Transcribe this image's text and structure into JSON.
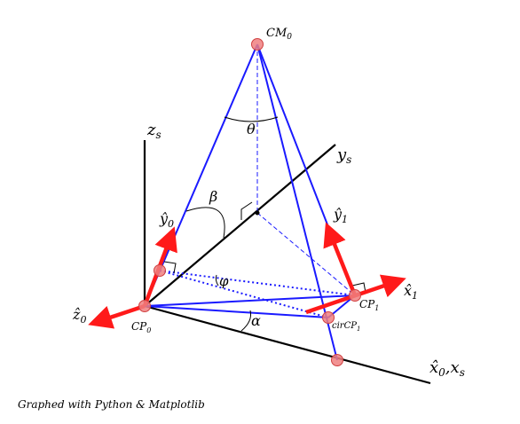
{
  "diagram": {
    "labels": {
      "cm0": "CM",
      "cm0_sub": "0",
      "zs": "z",
      "zs_sub": "s",
      "ys": "y",
      "ys_sub": "s",
      "theta": "θ",
      "beta": "β",
      "phi": "φ",
      "alpha": "α",
      "y0": "ŷ",
      "y0_sub": "0",
      "y1": "ŷ",
      "y1_sub": "1",
      "x1": "x̂",
      "x1_sub": "1",
      "z0": "ẑ",
      "z0_sub": "0",
      "cp0": "CP",
      "cp0_sub": "0",
      "cp1": "CP",
      "cp1_sub": "1",
      "circp1": "cirCP",
      "circp1_sub": "1",
      "x0xs": "x̂",
      "x0xs_sub": "0",
      "x0xs_sep": ",",
      "x0xs_xs": "x",
      "x0xs_xs_sub": "s"
    },
    "colors": {
      "edges": "#1a1aff",
      "axes": "#000000",
      "vectors": "#ff1a1a",
      "markers": "#f08080",
      "marker_edge": "#d04040"
    }
  },
  "caption": "Graphed with Python & Matplotlib"
}
